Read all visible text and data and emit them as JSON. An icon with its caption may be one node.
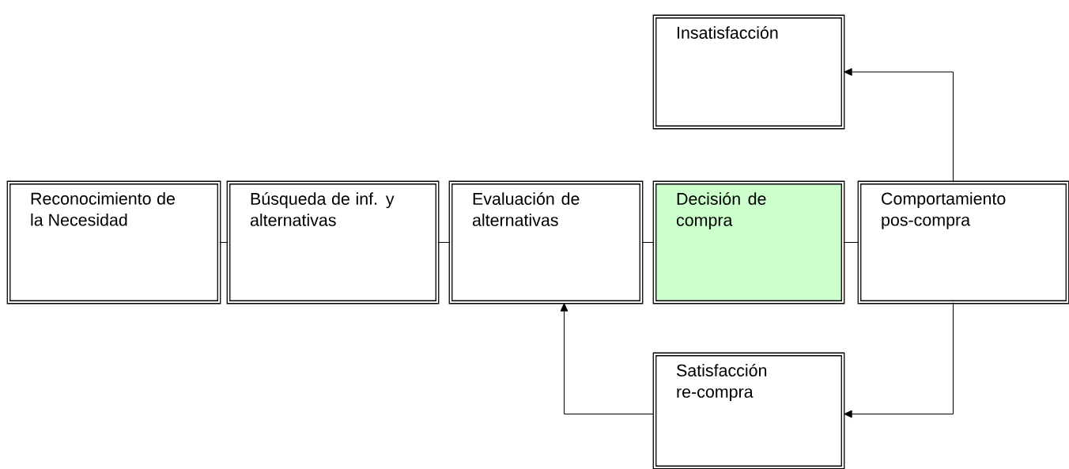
{
  "diagram": {
    "nodes": [
      {
        "text": [
          "Reconocimiento de la Necesidad"
        ]
      },
      {
        "text": [
          "Búsqueda de inf. y alternativas"
        ]
      },
      {
        "text": [
          "Evaluación de alternativas"
        ]
      },
      {
        "text": [
          "Decisión de compra"
        ]
      },
      {
        "text": [
          "Comportamiento pos-compra"
        ]
      },
      {
        "text": [
          "Insatisfacción"
        ]
      },
      {
        "text": [
          "Satisfacción re-compra"
        ]
      }
    ],
    "edges": [
      {
        "from": 0,
        "to": 1,
        "arrow": "none"
      },
      {
        "from": 1,
        "to": 2,
        "arrow": "none"
      },
      {
        "from": 2,
        "to": 3,
        "arrow": "none"
      },
      {
        "from": 3,
        "to": 4,
        "arrow": "none"
      },
      {
        "from": 4,
        "to": 5,
        "arrow": "to"
      },
      {
        "from": 4,
        "to": 6,
        "arrow": "to"
      },
      {
        "from": 6,
        "to": 2,
        "arrow": "to"
      }
    ]
  }
}
